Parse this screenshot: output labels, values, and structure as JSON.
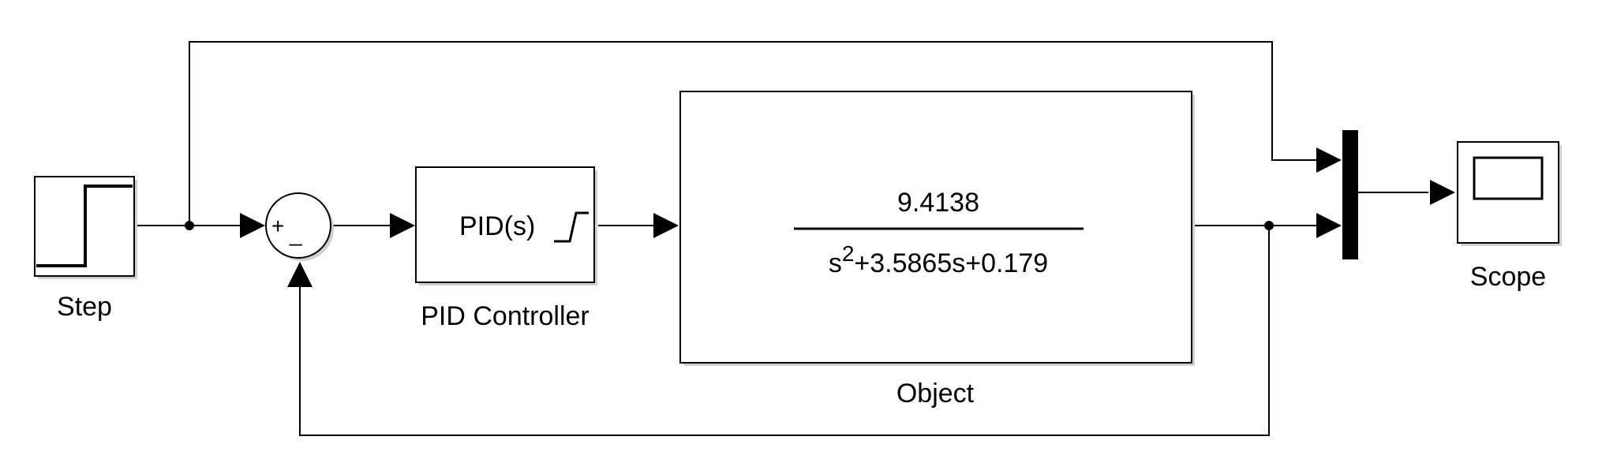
{
  "blocks": {
    "step": {
      "label": "Step"
    },
    "sum": {
      "plus": "+",
      "minus": "_"
    },
    "pid": {
      "label": "PID Controller",
      "text": "PID(s)"
    },
    "plant": {
      "label": "Object",
      "numerator": "9.4138",
      "den_s": "s",
      "den_exp": "2",
      "den_rest": "+3.5865s+0.179"
    },
    "scope": {
      "label": "Scope"
    }
  }
}
